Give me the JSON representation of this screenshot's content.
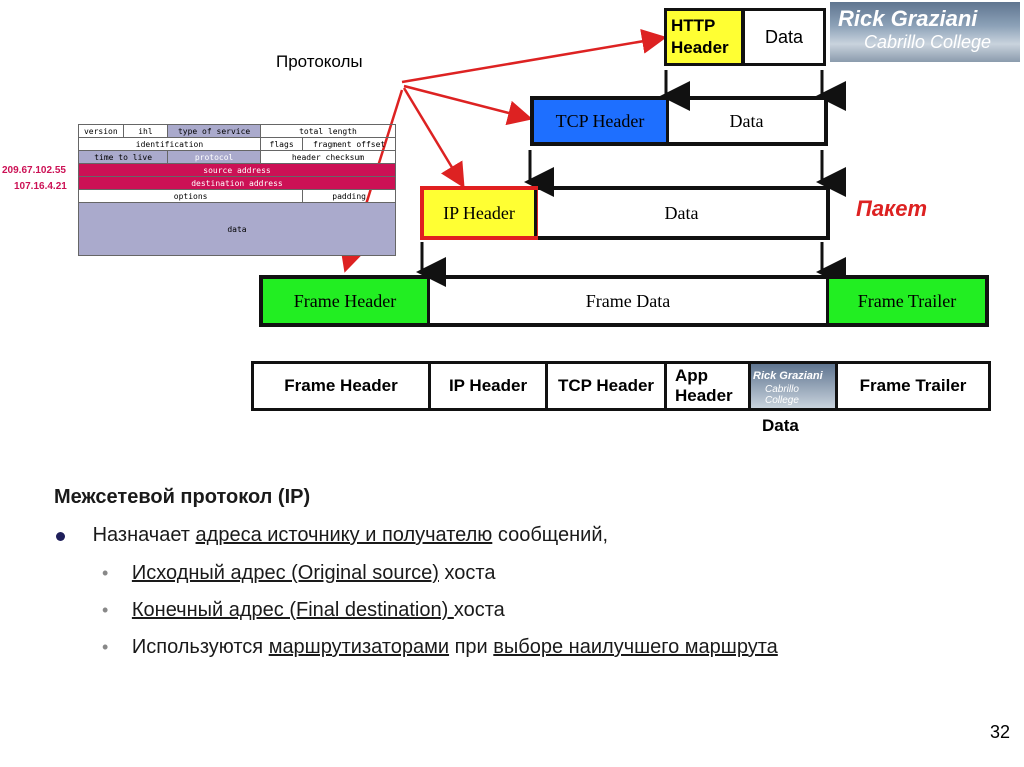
{
  "protocols_label": "Протоколы",
  "packet_label": "Пакет",
  "logo": {
    "line1": "Rick Graziani",
    "line2": "Cabrillo College"
  },
  "ip_header_table": {
    "row1": [
      "version",
      "ihl",
      "type of service",
      "total length"
    ],
    "row2": [
      "identification",
      "flags",
      "fragment offset"
    ],
    "row3": [
      "time to live",
      "protocol",
      "header checksum"
    ],
    "row4": "source address",
    "row5": "destination address",
    "row6": [
      "options",
      "padding"
    ],
    "row7": "data",
    "src_ip": "209.67.102.55",
    "dst_ip": "107.16.4.21"
  },
  "layers": {
    "http": {
      "header": "HTTP Header",
      "data": "Data"
    },
    "tcp": {
      "header": "TCP Header",
      "data": "Data"
    },
    "ip": {
      "header": "IP Header",
      "data": "Data"
    },
    "frame": {
      "header": "Frame Header",
      "data": "Frame Data",
      "trailer": "Frame Trailer"
    }
  },
  "summary_bar": {
    "cells": [
      "Frame Header",
      "IP Header",
      "TCP Header",
      "App Header",
      "Frame Trailer"
    ],
    "logo_line1": "Rick Graziani",
    "logo_line2": "Cabrillo College",
    "data_label": "Data"
  },
  "text": {
    "heading": "Межсетевой протокол (IP)",
    "b1_pre": "Назначает ",
    "b1_u": "адреса источнику и получателю",
    "b1_post": " сообщений,",
    "s1_u": "Исходный адрес (Original source)",
    "s1_post": " хоста",
    "s2_u": "Конечный  адрес (Final destination) ",
    "s2_post": " хоста",
    "s3_pre": "Используются  ",
    "s3_u1": "маршрутизаторами",
    "s3_mid": " при ",
    "s3_u2": "выборе наилучшего маршрута"
  },
  "slide_number": "32",
  "colors": {
    "tcp_header": "#1e6fff",
    "ip_header": "#ffff33",
    "ip_highlight": "#e02020",
    "frame_green": "#22ee22",
    "addr_rows": "#cc1155",
    "grid_purple": "#aaaacc",
    "arrow_red": "#dd2222"
  }
}
